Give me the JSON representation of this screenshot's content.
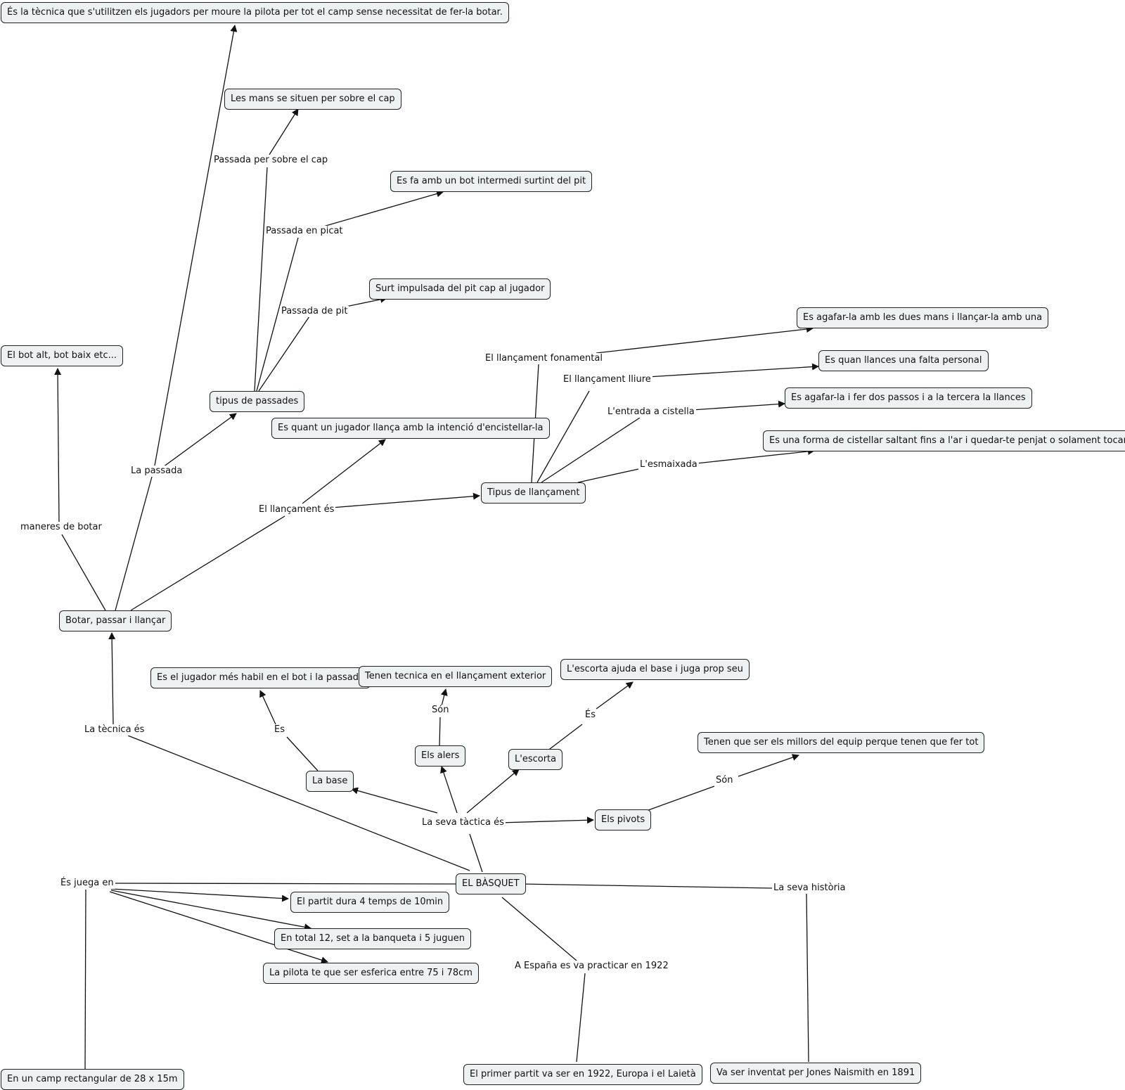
{
  "nodes": {
    "n1": "És la tècnica que s'utilitzen els jugadors per moure la pilota per tot el camp sense necessitat de fer-la botar.",
    "n2": "Les mans se situen per sobre el cap",
    "n3": "Es fa amb un bot intermedi surtint del pit",
    "n4": "Surt impulsada del pit cap al jugador",
    "n5": "Es agafar-la amb les dues mans i llançar-la amb una",
    "n6": "El bot alt, bot baix etc...",
    "n7": "Es quan llances una falta personal",
    "n8": "tipus de passades",
    "n9": "Es agafar-la i fer dos passos i a la tercera la llances",
    "n10": "Es quant un jugador llança amb la intenció d'encistellar-la",
    "n11": "Es una forma de cistellar saltant fins a l'ar i quedar-te penjat o solament tocant-lo",
    "n12": "Tipus de llançament",
    "n13": "Botar, passar i llançar",
    "n14": "Es el jugador més habil en el bot i la passada",
    "n15": "Tenen tecnica en el llançament exterior",
    "n16": "L'escorta ajuda el base i juga prop seu",
    "n17": "Tenen que ser els millors del equip perque tenen que fer tot",
    "n18": "Els alers",
    "n19": "L'escorta",
    "n20": "La base",
    "n21": "Els pivots",
    "n22": "EL BÀSQUET",
    "n23": "El partit dura 4 temps de 10min",
    "n24": "En total 12, set a la banqueta i 5 juguen",
    "n25": "La pilota te que ser esferica entre 75 i 78cm",
    "n26": "En un camp rectangular de 28 x 15m",
    "n27": "El primer partit va ser en 1922, Europa i el Laietà",
    "n28": "Va ser inventat per Jones Naismith en 1891"
  },
  "links": {
    "l1": "Passada per sobre el cap",
    "l2": "Passada en picat",
    "l3": "Passada de pit",
    "l4": "El llançament fonamental",
    "l5": "El llançament lliure",
    "l6": "L'entrada a cistella",
    "l7": "L'esmaixada",
    "l8": "La passada",
    "l9": "El llançament és",
    "l10": "maneres de botar",
    "l11": "La tècnica és",
    "l12": "Es",
    "l13": "Són",
    "l14": "És",
    "l15": "Són",
    "l16": "La seva tàctica és",
    "l17": "És juega en",
    "l18": "La seva història",
    "l19": "A España es va practicar en 1922"
  }
}
